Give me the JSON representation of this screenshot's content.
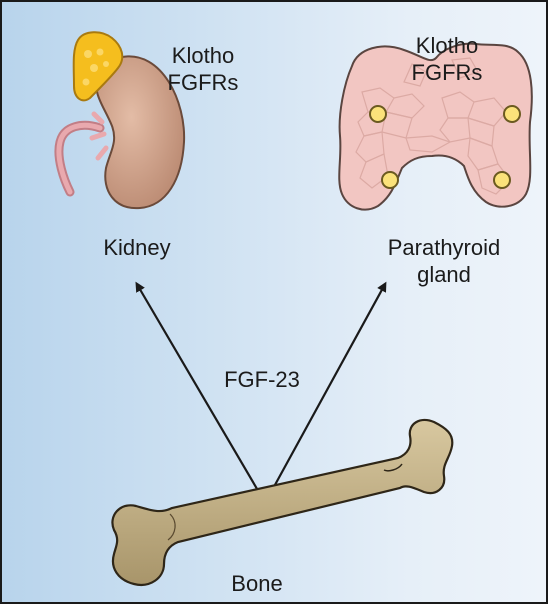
{
  "kidney": {
    "receptor_line1": "Klotho",
    "receptor_line2": "FGFRs",
    "name": "Kidney"
  },
  "parathyroid": {
    "receptor_line1": "Klotho",
    "receptor_line2": "FGFRs",
    "name_line1": "Parathyroid",
    "name_line2": "gland"
  },
  "hormone": "FGF-23",
  "bone": {
    "name": "Bone"
  },
  "colors": {
    "background_left": "#b8d4ec",
    "background_right": "#eef4fa",
    "kidney": "#d2a48c",
    "adrenal": "#f5be1e",
    "parathyroid": "#f2c6c2",
    "gland_nodule": "#fbe27a",
    "bone": "#c4b28a",
    "arrow": "#1a1a1a"
  },
  "icons": [
    "kidney-icon",
    "parathyroid-gland-icon",
    "bone-icon"
  ]
}
